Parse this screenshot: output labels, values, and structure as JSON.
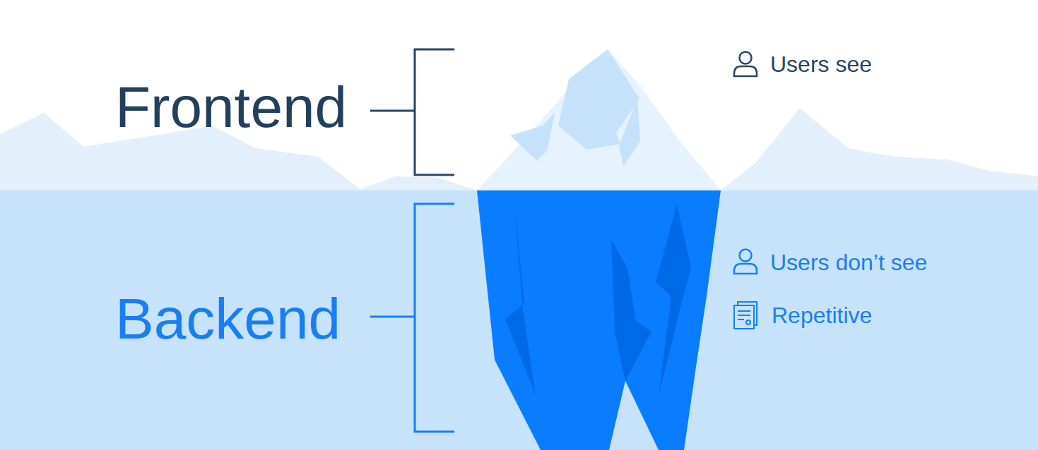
{
  "diagram": {
    "labels": [
      "Frontend",
      "Users see",
      "Backend",
      "Users don’t see",
      "Repetitive"
    ]
  }
}
